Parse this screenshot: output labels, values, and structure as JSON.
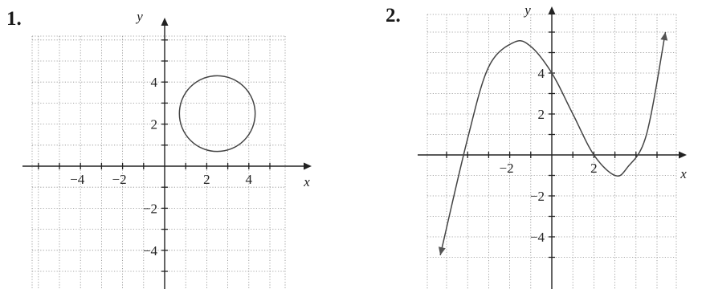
{
  "chart_data": [
    {
      "number": "1.",
      "type": "line",
      "shape": "circle",
      "center": [
        2.5,
        2.5
      ],
      "radius": 1.8,
      "xlim": [
        -6.3,
        6.3
      ],
      "ylim": [
        -5.3,
        7.2
      ],
      "xticks": [
        -4,
        -2,
        2,
        4
      ],
      "yticks": [
        -4,
        -2,
        2,
        4
      ],
      "xlabel": "x",
      "ylabel": "y",
      "grid": true
    },
    {
      "number": "2.",
      "type": "line",
      "shape": "cubic",
      "points": [
        {
          "x": -5.3,
          "y": -4.9
        },
        {
          "x": -4.0,
          "y": 0.8
        },
        {
          "x": -3.0,
          "y": 4.3
        },
        {
          "x": -1.8,
          "y": 5.5
        },
        {
          "x": -1.0,
          "y": 5.3
        },
        {
          "x": 0.0,
          "y": 4.0
        },
        {
          "x": 1.0,
          "y": 2.0
        },
        {
          "x": 2.0,
          "y": 0.0
        },
        {
          "x": 3.0,
          "y": -1.0
        },
        {
          "x": 3.6,
          "y": -0.6
        },
        {
          "x": 4.5,
          "y": 1.0
        },
        {
          "x": 5.4,
          "y": 6.0
        }
      ],
      "arrows": "both",
      "xlim": [
        -6.0,
        6.5
      ],
      "ylim": [
        -5.3,
        6.8
      ],
      "xticks": [
        -2,
        2
      ],
      "yticks": [
        -4,
        -2,
        2,
        4
      ],
      "xlabel": "x",
      "ylabel": "y",
      "grid": true
    }
  ]
}
